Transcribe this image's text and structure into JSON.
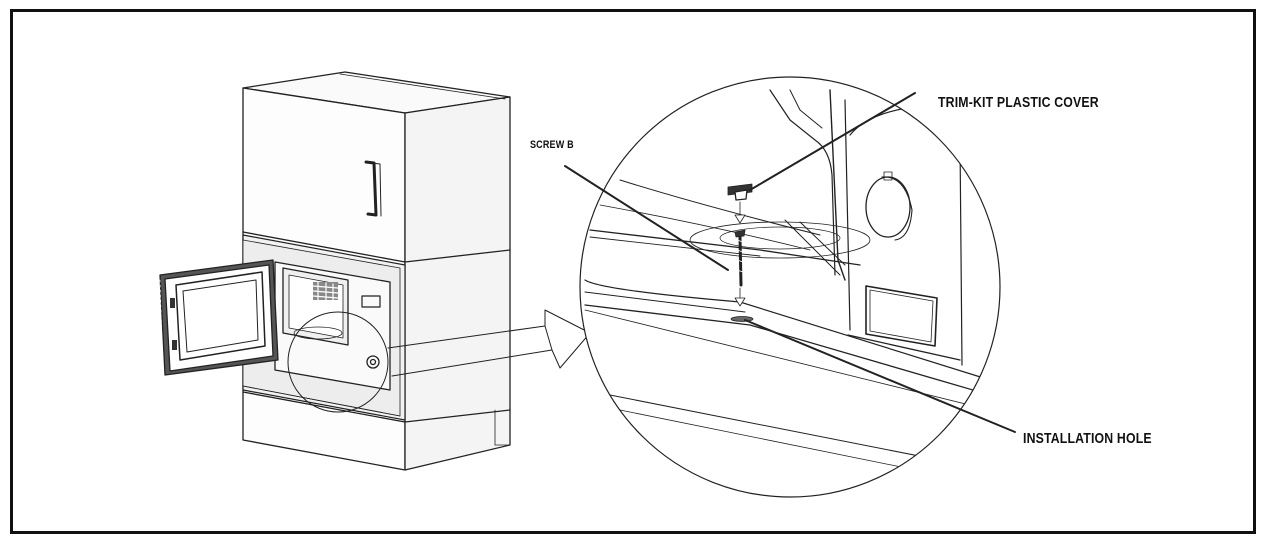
{
  "labels": {
    "trim_kit_cover": "TRIM-KIT PLASTIC COVER",
    "screw_b": "SCREW B",
    "installation_hole": "INSTALLATION HOLE"
  },
  "colors": {
    "line": "#222222",
    "frame": "#111111",
    "background": "#ffffff"
  }
}
